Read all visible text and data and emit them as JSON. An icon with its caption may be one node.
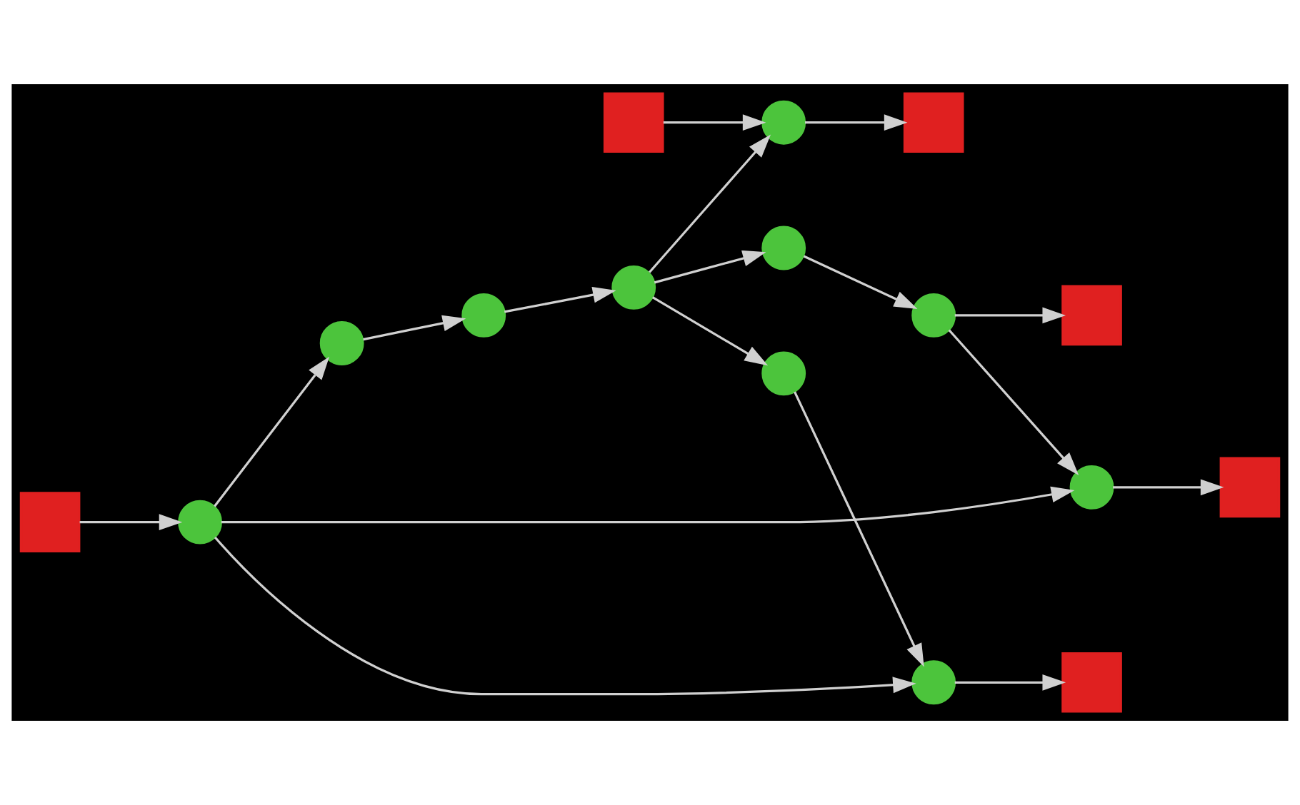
{
  "diagram": {
    "nodes": [
      {
        "text": [],
        "shape": "box"
      },
      {
        "text": [],
        "shape": "box"
      },
      {
        "text": [],
        "shape": "circle"
      },
      {
        "text": [],
        "shape": "circle"
      },
      {
        "text": [],
        "shape": "circle"
      },
      {
        "text": [],
        "shape": "circle"
      },
      {
        "text": [],
        "shape": "circle"
      },
      {
        "text": [],
        "shape": "circle"
      },
      {
        "text": [],
        "shape": "circle"
      },
      {
        "text": [],
        "shape": "circle"
      },
      {
        "text": [],
        "shape": "circle"
      },
      {
        "text": [],
        "shape": "circle"
      },
      {
        "text": [],
        "shape": "box"
      },
      {
        "text": [],
        "shape": "box"
      },
      {
        "text": [],
        "shape": "box"
      },
      {
        "text": [],
        "shape": "box"
      }
    ],
    "edges": [
      {
        "from": 1,
        "to": 2,
        "arrow": "to"
      },
      {
        "from": 2,
        "to": 3,
        "arrow": "to"
      },
      {
        "from": 3,
        "to": 4,
        "arrow": "to"
      },
      {
        "from": 4,
        "to": 5,
        "arrow": "to"
      },
      {
        "from": 5,
        "to": 11,
        "arrow": "to"
      },
      {
        "from": 0,
        "to": 11,
        "arrow": "to"
      },
      {
        "from": 2,
        "to": 6,
        "arrow": "to"
      },
      {
        "from": 2,
        "to": 10,
        "arrow": "to"
      },
      {
        "from": 5,
        "to": 7,
        "arrow": "to"
      },
      {
        "from": 5,
        "to": 9,
        "arrow": "to"
      },
      {
        "from": 7,
        "to": 8,
        "arrow": "to"
      },
      {
        "from": 8,
        "to": 6,
        "arrow": "to"
      },
      {
        "from": 9,
        "to": 10,
        "arrow": "to"
      },
      {
        "from": 6,
        "to": 12,
        "arrow": "to"
      },
      {
        "from": 8,
        "to": 13,
        "arrow": "to"
      },
      {
        "from": 10,
        "to": 14,
        "arrow": "to"
      },
      {
        "from": 11,
        "to": 15,
        "arrow": "to"
      }
    ]
  }
}
